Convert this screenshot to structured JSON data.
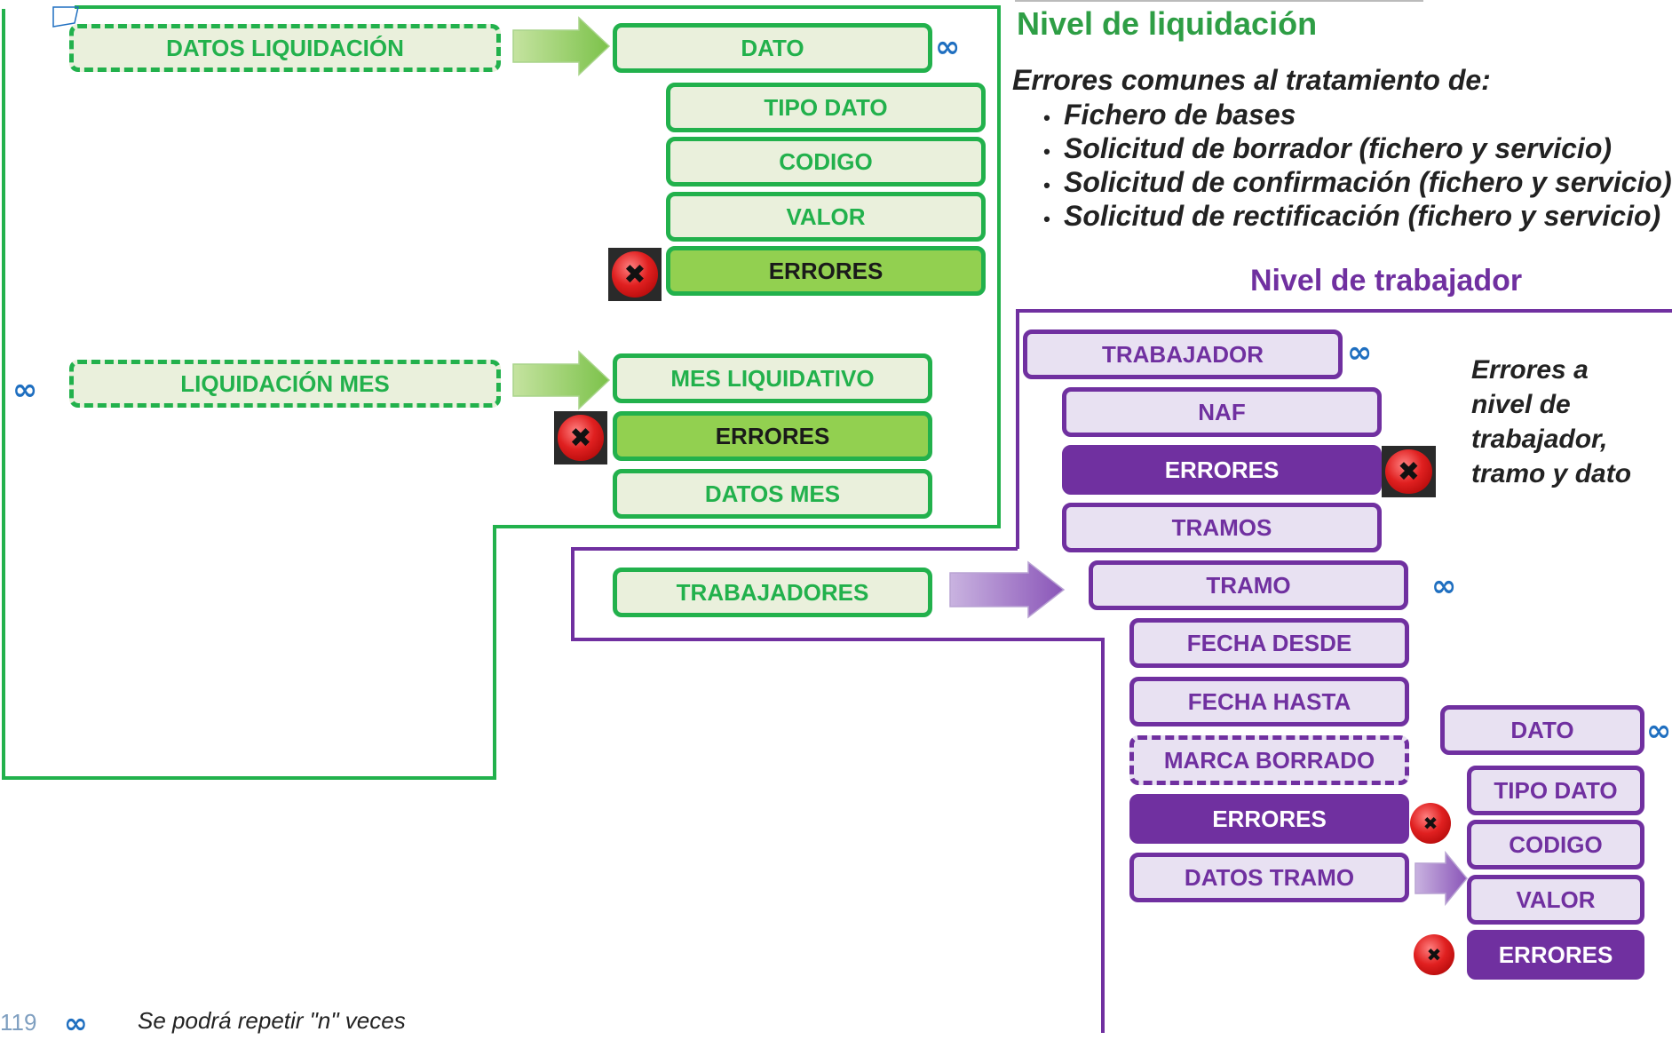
{
  "liquidacion": {
    "title": "Nivel de liquidación",
    "errors_heading": "Errores comunes al tratamiento de:",
    "errors_items": [
      "Fichero de bases",
      "Solicitud de borrador (fichero y servicio)",
      "Solicitud de confirmación (fichero y servicio)",
      "Solicitud de rectificación (fichero y servicio)"
    ],
    "boxes": {
      "datos_liquidacion": "DATOS LIQUIDACIÓN",
      "dato": "DATO",
      "tipo_dato": "TIPO DATO",
      "codigo": "CODIGO",
      "valor": "VALOR",
      "errores": "ERRORES",
      "liquidacion_mes": "LIQUIDACIÓN MES",
      "mes_liquidativo": "MES LIQUIDATIVO",
      "errores_mes": "ERRORES",
      "datos_mes": "DATOS MES",
      "trabajadores": "TRABAJADORES"
    }
  },
  "trabajador": {
    "title": "Nivel de trabajador",
    "note": [
      "Errores a",
      "nivel de",
      "trabajador,",
      "tramo y dato"
    ],
    "boxes": {
      "trabajador": "TRABAJADOR",
      "naf": "NAF",
      "errores": "ERRORES",
      "tramos": "TRAMOS",
      "tramo": "TRAMO",
      "fecha_desde": "FECHA DESDE",
      "fecha_hasta": "FECHA HASTA",
      "marca_borrado": "MARCA BORRADO",
      "errores_tramo": "ERRORES",
      "datos_tramo": "DATOS TRAMO",
      "dato": "DATO",
      "tipo_dato": "TIPO DATO",
      "codigo": "CODIGO",
      "valor": "VALOR",
      "errores_dato": "ERRORES"
    }
  },
  "footer": {
    "page_number": "119",
    "infinity_symbol": "∞",
    "legend_text": "Se podrá repetir \"n\" veces"
  },
  "colors": {
    "green": "#22b14c",
    "green_fill": "#eaf0dc",
    "green_dark_fill": "#92d050",
    "purple": "#7030a0",
    "purple_fill": "#e8e1f2",
    "infinity_blue": "#1f6fc0",
    "title_green": "#2e9e45"
  },
  "icons": [
    "error-x-icon",
    "infinity-icon",
    "arrow-right-icon"
  ]
}
